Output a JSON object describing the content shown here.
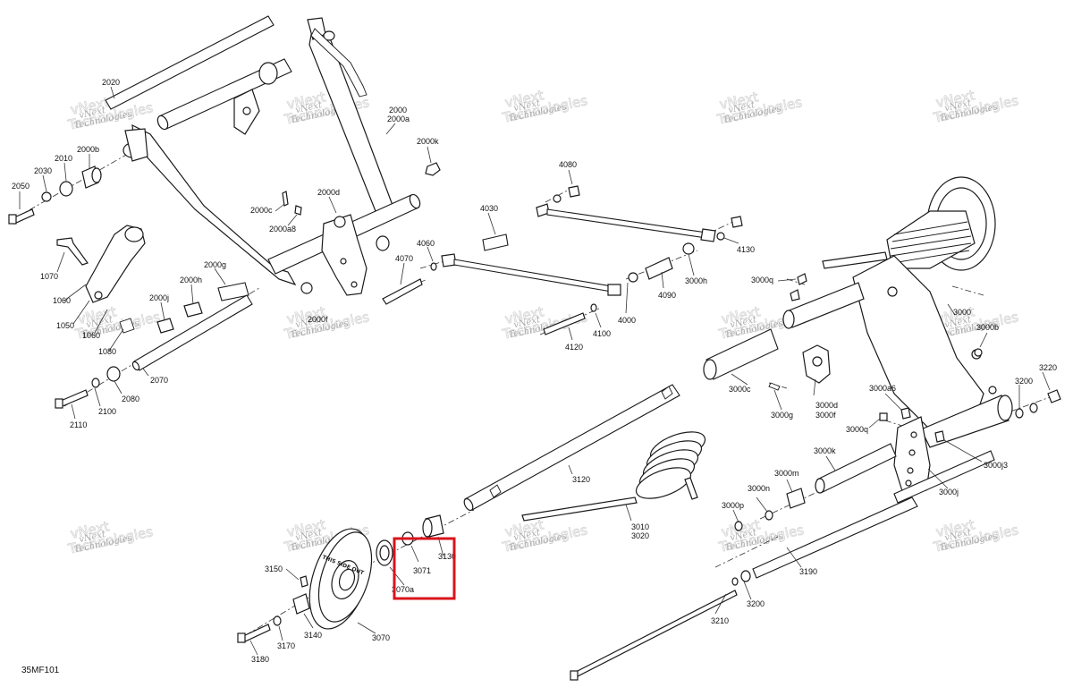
{
  "diagram_code": "35MF101",
  "watermark_line1": "vNext",
  "watermark_line2": "Technologies",
  "wheel_label": "THIS SIDE OUT",
  "highlight_color": "#d9141b",
  "parts": [
    {
      "id": "p2020",
      "label": "2020"
    },
    {
      "id": "p2000",
      "label": "2000"
    },
    {
      "id": "p2000a",
      "label": "2000a"
    },
    {
      "id": "p2000k",
      "label": "2000k"
    },
    {
      "id": "p2000b",
      "label": "2000b"
    },
    {
      "id": "p2010",
      "label": "2010"
    },
    {
      "id": "p2030",
      "label": "2030"
    },
    {
      "id": "p2050",
      "label": "2050"
    },
    {
      "id": "p2000c",
      "label": "2000c"
    },
    {
      "id": "p2000a8",
      "label": "2000a8"
    },
    {
      "id": "p2000d",
      "label": "2000d"
    },
    {
      "id": "p1070",
      "label": "1070"
    },
    {
      "id": "p1060a",
      "label": "1060"
    },
    {
      "id": "p1050",
      "label": "1050"
    },
    {
      "id": "p1060b",
      "label": "1060"
    },
    {
      "id": "p1080",
      "label": "1080"
    },
    {
      "id": "p2000g",
      "label": "2000g"
    },
    {
      "id": "p2000h",
      "label": "2000h"
    },
    {
      "id": "p2000j",
      "label": "2000j"
    },
    {
      "id": "p2000f",
      "label": "2000f"
    },
    {
      "id": "p4070",
      "label": "4070"
    },
    {
      "id": "p4060",
      "label": "4060"
    },
    {
      "id": "p4030",
      "label": "4030"
    },
    {
      "id": "p4080",
      "label": "4080"
    },
    {
      "id": "p4130",
      "label": "4130"
    },
    {
      "id": "p4090",
      "label": "4090"
    },
    {
      "id": "p3000h",
      "label": "3000h"
    },
    {
      "id": "p4000",
      "label": "4000"
    },
    {
      "id": "p4100",
      "label": "4100"
    },
    {
      "id": "p4120",
      "label": "4120"
    },
    {
      "id": "p2070",
      "label": "2070"
    },
    {
      "id": "p2080",
      "label": "2080"
    },
    {
      "id": "p2100",
      "label": "2100"
    },
    {
      "id": "p2110",
      "label": "2110"
    },
    {
      "id": "p3000q1",
      "label": "3000q"
    },
    {
      "id": "p3000",
      "label": "3000"
    },
    {
      "id": "p3000b",
      "label": "3000b"
    },
    {
      "id": "p3000c",
      "label": "3000c"
    },
    {
      "id": "p3000g",
      "label": "3000g"
    },
    {
      "id": "p3000d",
      "label": "3000d"
    },
    {
      "id": "p3000f",
      "label": "3000f"
    },
    {
      "id": "p3000a6",
      "label": "3000a6"
    },
    {
      "id": "p3000q2",
      "label": "3000q"
    },
    {
      "id": "p3200",
      "label": "3200"
    },
    {
      "id": "p3220",
      "label": "3220"
    },
    {
      "id": "p3000k",
      "label": "3000k"
    },
    {
      "id": "p3000j3",
      "label": "3000j3"
    },
    {
      "id": "p3000m",
      "label": "3000m"
    },
    {
      "id": "p3000n",
      "label": "3000n"
    },
    {
      "id": "p3000p",
      "label": "3000p"
    },
    {
      "id": "p3000j",
      "label": "3000j"
    },
    {
      "id": "p3120",
      "label": "3120"
    },
    {
      "id": "p3010",
      "label": "3010"
    },
    {
      "id": "p3020",
      "label": "3020"
    },
    {
      "id": "p3190",
      "label": "3190"
    },
    {
      "id": "p3200b",
      "label": "3200"
    },
    {
      "id": "p3210",
      "label": "3210"
    },
    {
      "id": "p3071",
      "label": "3071"
    },
    {
      "id": "p3130",
      "label": "3130"
    },
    {
      "id": "p3070a",
      "label": "3070a"
    },
    {
      "id": "p3150",
      "label": "3150"
    },
    {
      "id": "p3140",
      "label": "3140"
    },
    {
      "id": "p3070",
      "label": "3070"
    },
    {
      "id": "p3170",
      "label": "3170"
    },
    {
      "id": "p3180",
      "label": "3180"
    }
  ]
}
